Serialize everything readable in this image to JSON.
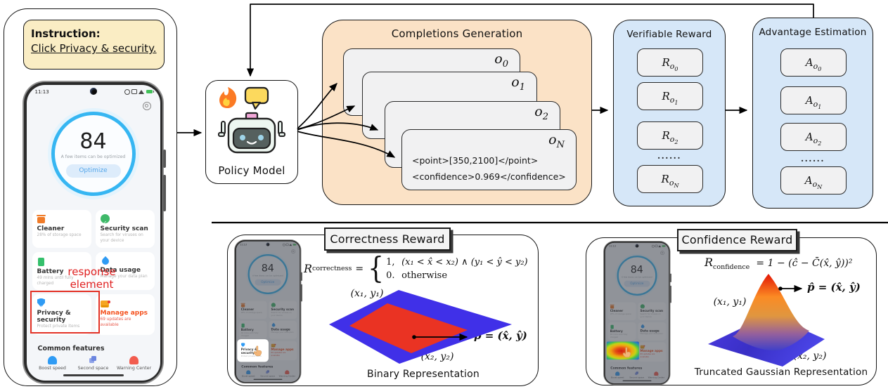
{
  "instruction": {
    "title": "Instruction:",
    "text": "Click Privacy & security."
  },
  "phone": {
    "time": "11:13",
    "score": "84",
    "score_caption": "A few items can be optimized",
    "optimize": "Optimize",
    "tiles": [
      {
        "title": "Cleaner",
        "subtitle": "28% of storage space"
      },
      {
        "title": "Security scan",
        "subtitle": "Search for viruses on your device"
      },
      {
        "title": "Battery",
        "subtitle": "49 mins until fully charged"
      },
      {
        "title": "Data usage",
        "subtitle": "Manage your data plan"
      },
      {
        "title": "Privacy & security",
        "subtitle": "Protect private items"
      },
      {
        "title": "Manage apps",
        "subtitle": "69 updates are available"
      }
    ],
    "common_features": "Common features",
    "shortcuts": [
      {
        "label": "Boost speed"
      },
      {
        "label": "Second space"
      },
      {
        "label": "Warning Center"
      }
    ]
  },
  "annotation": {
    "line1": "response",
    "line2": "element"
  },
  "policy": {
    "label": "Policy Model"
  },
  "completions": {
    "title": "Completions Generation",
    "base": "o",
    "indices": [
      "0",
      "1",
      "2",
      "N"
    ],
    "sample_line1": "<point>[350,2100]</point>",
    "sample_line2": "<confidence>0.969</confidence>"
  },
  "verifiable": {
    "title": "Verifiable Reward",
    "base": "R",
    "sub": "o",
    "indices": [
      "0",
      "1",
      "2",
      "N"
    ],
    "dots": "......"
  },
  "advantage": {
    "title": "Advantage Estimation",
    "base": "A",
    "sub": "o",
    "indices": [
      "0",
      "1",
      "2",
      "N"
    ],
    "dots": "......"
  },
  "correctness": {
    "title": "Correctness Reward",
    "formula": {
      "R": "R",
      "sub": "correctness",
      "eq": "=",
      "brace": "{",
      "case1_val": "1,",
      "case1_cond": "(x₁ < x̂ < x₂) ∧ (y₁ < ŷ < y₂)",
      "case2_val": "0.",
      "case2_cond": "otherwise"
    },
    "label_tl": "(x₁, y₁)",
    "label_br": "(x₂, y₂)",
    "point_label": "p̂ = (x̂, ŷ)",
    "caption": "Binary Representation"
  },
  "confidence": {
    "title": "Confidence Reward",
    "formula": {
      "R": "R",
      "sub": "confidence",
      "rest": "= 1 − (ĉ − C̄(x̂, ŷ))²"
    },
    "label_tl": "(x₁, y₁)",
    "label_br": "(x₂, y₂)",
    "point_label": "p̂ = (x̂, ŷ)",
    "caption": "Truncated Gaussian Representation"
  },
  "colors": {
    "completions_bg": "#fbe2c6",
    "reward_bg": "#d6e7f8",
    "card_bg": "#f1f1f2",
    "highlight_red": "#e33226",
    "plane_blue": "#4030e8",
    "region_red": "#ea3323",
    "ring_blue": "#36b6f2",
    "instruction_bg": "#faedc4"
  }
}
